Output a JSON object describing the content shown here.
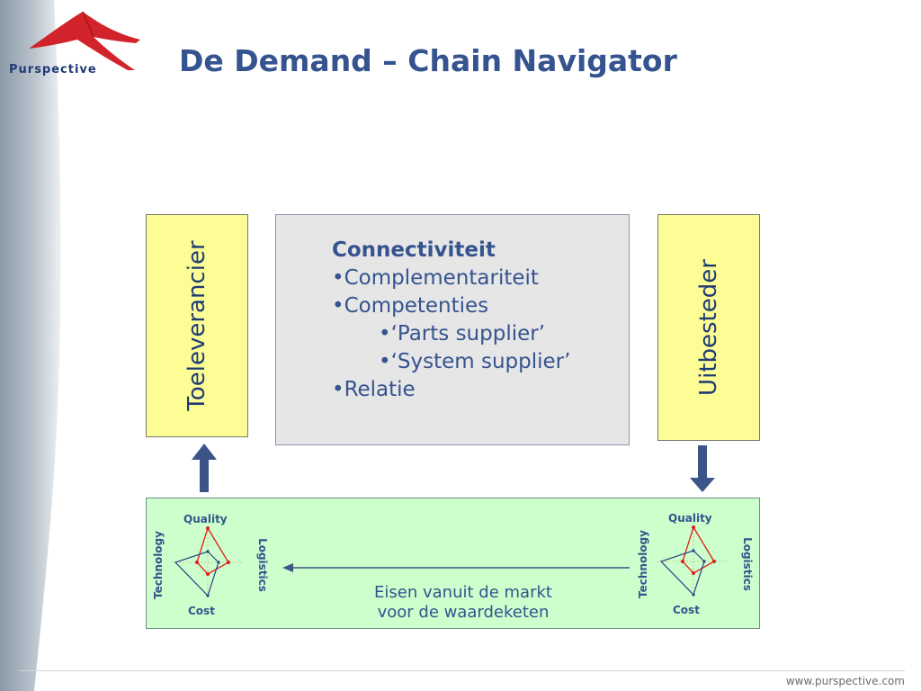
{
  "logo": {
    "text": "Purspective"
  },
  "title": "De Demand – Chain Navigator",
  "left_box": {
    "label": "Toeleverancier"
  },
  "right_box": {
    "label": "Uitbesteder"
  },
  "center_box": {
    "heading": "Connectiviteit",
    "items": [
      {
        "text": "•Complementariteit"
      },
      {
        "text": "•Competenties"
      },
      {
        "text": "•‘Parts supplier’",
        "sub": true
      },
      {
        "text": "•‘System supplier’",
        "sub": true
      },
      {
        "text": "•Relatie"
      }
    ]
  },
  "bottom_box": {
    "caption_line1": "Eisen vanuit de markt",
    "caption_line2": "voor de waardeketen",
    "radar_left": {
      "top": "Quality",
      "bottom": "Cost",
      "left": "Technology",
      "right": "Logistics"
    },
    "radar_right": {
      "top": "Quality",
      "bottom": "Cost",
      "left": "Technology",
      "right": "Logistics"
    }
  },
  "footer": {
    "url": "www.purspective.com"
  },
  "colors": {
    "title": "#35538f",
    "yellow": "#fdfd96",
    "green": "#ccffcc",
    "arrow": "#3d5488",
    "red": "#e11d1d",
    "blue": "#2a3f86"
  }
}
